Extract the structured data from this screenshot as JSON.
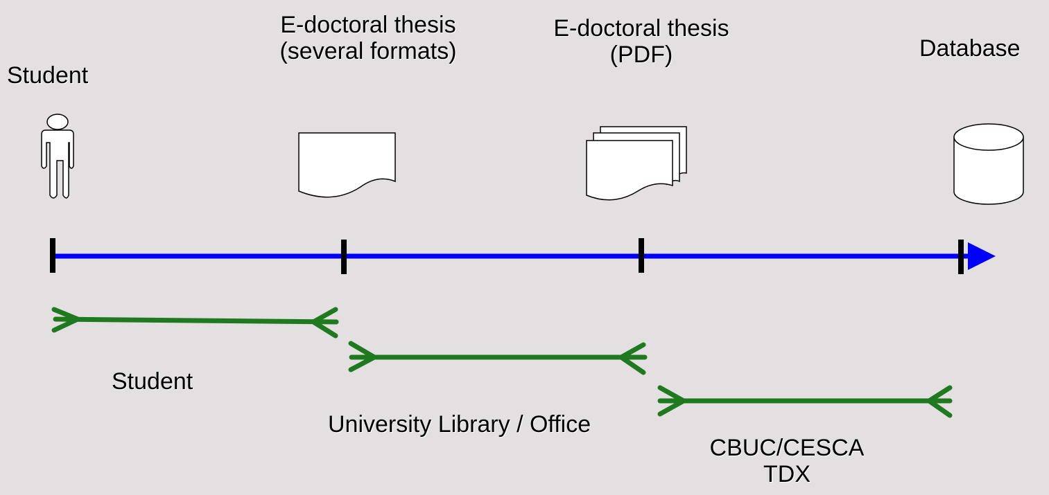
{
  "nodes": {
    "student": {
      "label": "Student"
    },
    "thesis_formats": {
      "line1": "E-doctoral thesis",
      "line2": "(several formats)"
    },
    "thesis_pdf": {
      "line1": "E-doctoral thesis",
      "line2": "(PDF)"
    },
    "database": {
      "label": "Database"
    }
  },
  "stages": {
    "student": {
      "label": "Student"
    },
    "library": {
      "label": "University Library / Office"
    },
    "cbuc": {
      "line1": "CBUC/CESCA",
      "line2": "TDX"
    }
  },
  "colors": {
    "background": "#e4e0e2",
    "timeline": "#0000ff",
    "stage": "#1f7a1f",
    "tick": "#000000",
    "icon_fill": "#ffffff",
    "icon_stroke": "#000000"
  }
}
